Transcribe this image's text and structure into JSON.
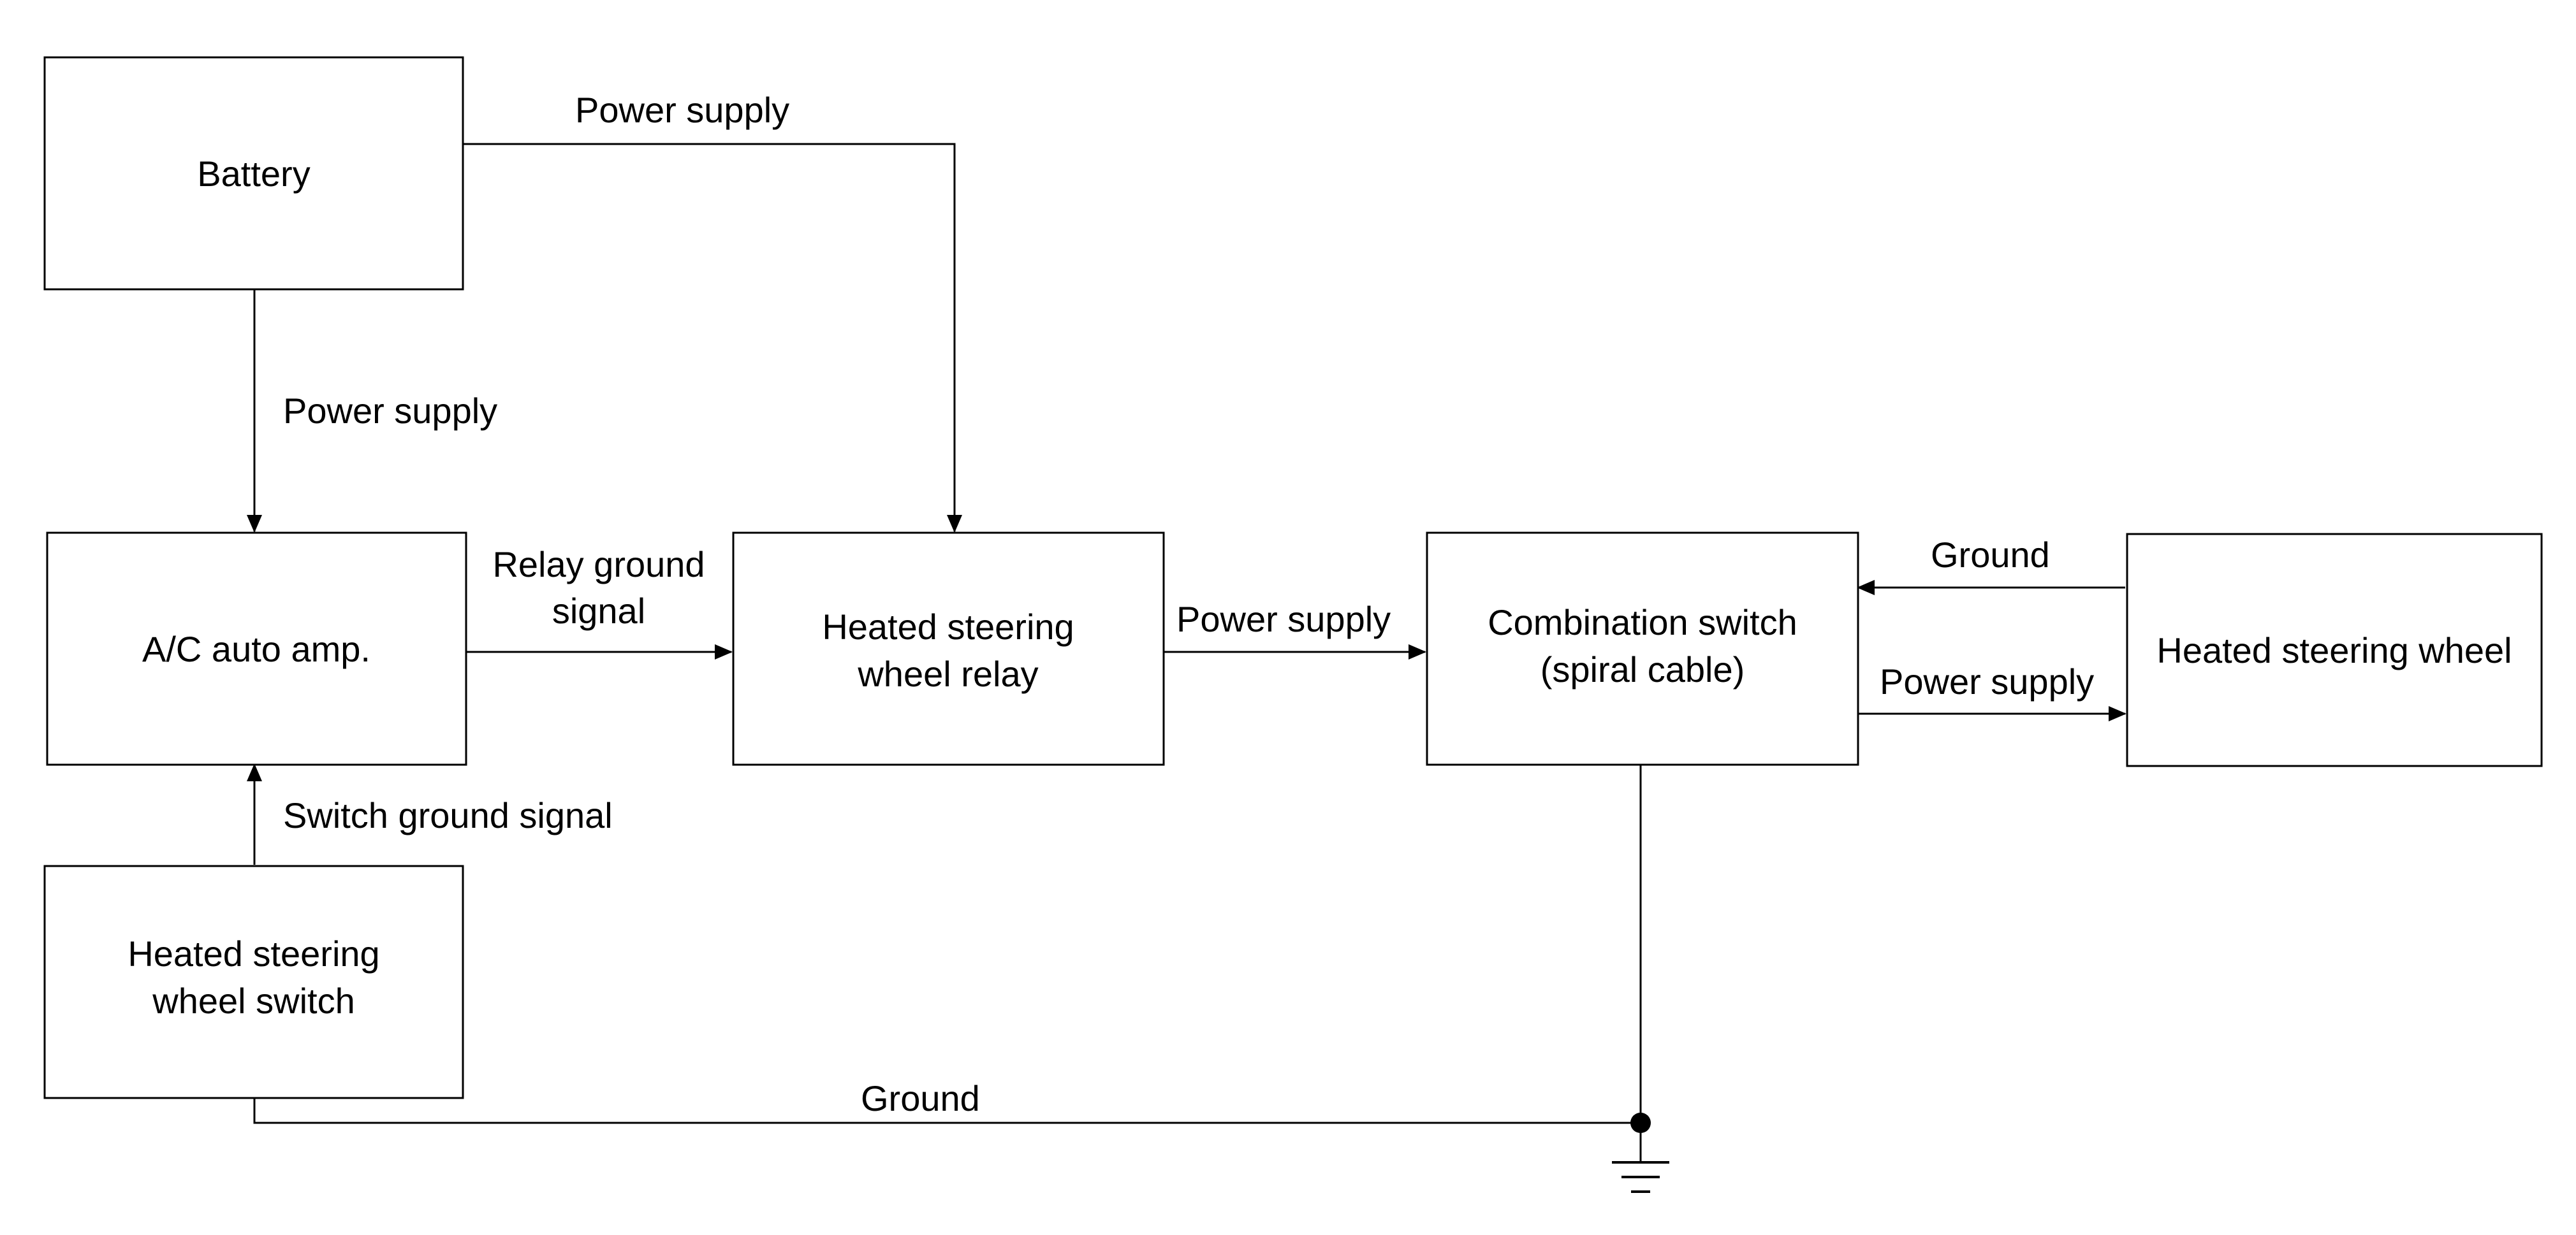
{
  "diagram": {
    "nodes": {
      "battery": {
        "label_lines": [
          "Battery"
        ]
      },
      "ac_amp": {
        "label_lines": [
          "A/C auto amp."
        ]
      },
      "hsw_switch": {
        "label_lines": [
          "Heated steering",
          "wheel switch"
        ]
      },
      "hsw_relay": {
        "label_lines": [
          "Heated steering",
          "wheel relay"
        ]
      },
      "combo_switch": {
        "label_lines": [
          "Combination switch",
          "(spiral cable)"
        ]
      },
      "hsw": {
        "label_lines": [
          "Heated steering wheel"
        ]
      }
    },
    "edges": {
      "battery_to_relay": {
        "label_lines": [
          "Power supply"
        ]
      },
      "battery_to_amp": {
        "label_lines": [
          "Power supply"
        ]
      },
      "amp_to_relay": {
        "label_lines": [
          "Relay ground",
          "signal"
        ]
      },
      "switch_to_amp": {
        "label_lines": [
          "Switch ground signal"
        ]
      },
      "relay_to_combo": {
        "label_lines": [
          "Power supply"
        ]
      },
      "hsw_to_combo": {
        "label_lines": [
          "Ground"
        ]
      },
      "combo_to_hsw": {
        "label_lines": [
          "Power supply"
        ]
      },
      "switch_to_ground": {
        "label_lines": [
          "Ground"
        ]
      }
    }
  }
}
